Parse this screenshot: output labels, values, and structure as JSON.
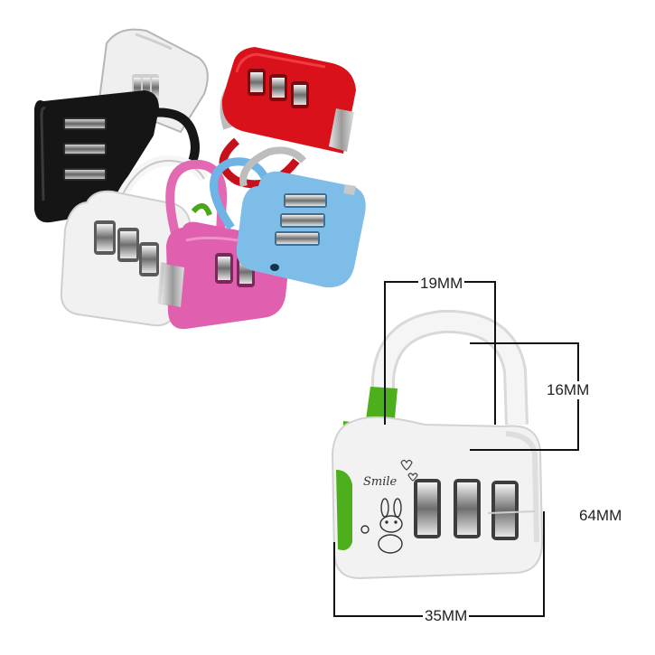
{
  "dimensions": {
    "shackle_width": "19MM",
    "shackle_height": "16MM",
    "total_height": "64MM",
    "body_width": "35MM"
  },
  "engraving": "Smile",
  "colors": {
    "red": "#d8111b",
    "black": "#141414",
    "white": "#f1f1f1",
    "pink": "#e05fae",
    "blue": "#7fbde9",
    "green": "#4daf1c",
    "silver": "#c8c8c8"
  }
}
